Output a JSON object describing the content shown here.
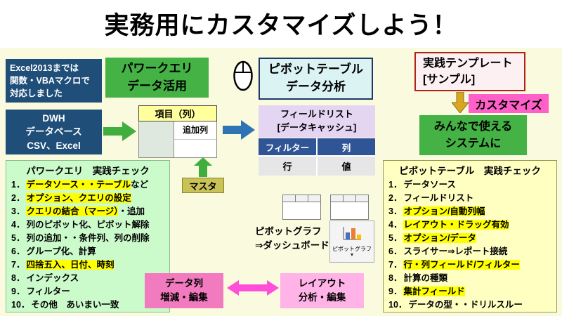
{
  "title": "実務用にカスタマイズしよう！",
  "colors": {
    "accent_green": "#44B244",
    "dark_blue": "#1F4E79",
    "header_cyan_bg": "#DCF3F3",
    "lavender_bg": "#E4D5F2",
    "table_header_blue": "#2F5597",
    "highlight_yellow": "#FFFF00",
    "customize_pink": "#FF5FC8",
    "arrow_magenta": "#FF4FD8",
    "pink_dark": "#F27BBF",
    "pink_light": "#FFB3E6",
    "gold_arrow": "#D9A61F",
    "pq_list_bg": "#CBFACB",
    "pt_list_bg": "#FFFFC2"
  },
  "legacy_note": {
    "line1": "Excel2013までは",
    "line2": "関数・VBAマクロで",
    "line3": "対応しました"
  },
  "power_query_header": {
    "line1": "パワークエリ",
    "line2": "データ活用"
  },
  "pivot_table_header": {
    "line1": "ピボットテーブル",
    "line2": "データ分析"
  },
  "template_box": {
    "line1": "実践テンプレート",
    "line2": "[サンプル]"
  },
  "customize_label": "カスタマイズ",
  "shared_system_box": {
    "line1": "みんなで使える",
    "line2": "システムに"
  },
  "dwh_box": {
    "line1": "DWH",
    "line2": "データベース",
    "line3": "CSV、Excel"
  },
  "item_table": {
    "header": "項目（列）",
    "added_column": "追加列"
  },
  "master_label": "マスタ",
  "field_list": {
    "title_line1": "フィールドリスト",
    "title_line2": "[データキャッシュ]",
    "header_col1": "フィルター",
    "header_col2": "列",
    "cell_row": "行",
    "cell_value": "値"
  },
  "pivot_graph": {
    "line1": "ピボットグラフ",
    "line2": "⇒ダッシュボード",
    "button_label": "ピボットグラフ",
    "button_caret": "▼"
  },
  "data_column_box": {
    "line1": "データ列",
    "line2": "増減・編集"
  },
  "layout_box": {
    "line1": "レイアウト",
    "line2": "分析・編集"
  },
  "pq_checklist": {
    "title": "パワークエリ　実践チェック",
    "items": [
      {
        "num": "1．",
        "segs": [
          {
            "t": "データソース・・テーブル",
            "hl": true
          },
          {
            "t": "など",
            "hl": false
          }
        ]
      },
      {
        "num": "2．",
        "segs": [
          {
            "t": "オプション、クエリの設定",
            "hl": true
          }
        ]
      },
      {
        "num": "3．",
        "segs": [
          {
            "t": "クエリの結合（マージ）",
            "hl": true
          },
          {
            "t": "・追加",
            "hl": false
          }
        ]
      },
      {
        "num": "4．",
        "segs": [
          {
            "t": "列のピボット化、ピボット解除",
            "hl": false
          }
        ]
      },
      {
        "num": "5．",
        "segs": [
          {
            "t": "列の追加・・条件列、列の削除",
            "hl": false
          }
        ]
      },
      {
        "num": "6．",
        "segs": [
          {
            "t": "グループ化、計算",
            "hl": false
          }
        ]
      },
      {
        "num": "7．",
        "segs": [
          {
            "t": "四捨五入、日付、時刻",
            "hl": true
          }
        ]
      },
      {
        "num": "8．",
        "segs": [
          {
            "t": "インデックス",
            "hl": false
          }
        ]
      },
      {
        "num": "9．",
        "segs": [
          {
            "t": "フィルター",
            "hl": false
          }
        ]
      },
      {
        "num": "10．",
        "segs": [
          {
            "t": "その他　あいまい一致",
            "hl": false
          }
        ]
      }
    ]
  },
  "pt_checklist": {
    "title": "ピボットテーブル　実践チェック",
    "items": [
      {
        "num": "1．",
        "segs": [
          {
            "t": "データソース",
            "hl": false
          }
        ]
      },
      {
        "num": "2．",
        "segs": [
          {
            "t": "フィールドリスト",
            "hl": false
          }
        ]
      },
      {
        "num": "3．",
        "segs": [
          {
            "t": "オプション/自動列幅",
            "hl": true
          }
        ]
      },
      {
        "num": "4．",
        "segs": [
          {
            "t": "レイアウト・ドラッグ有効",
            "hl": true
          }
        ]
      },
      {
        "num": "5．",
        "segs": [
          {
            "t": "オプション/データ",
            "hl": true
          }
        ]
      },
      {
        "num": "6．",
        "segs": [
          {
            "t": "スライサー⇒レポート接続",
            "hl": false
          }
        ]
      },
      {
        "num": "7．",
        "segs": [
          {
            "t": "行・列フィールド/フィルター",
            "hl": true
          }
        ]
      },
      {
        "num": "8．",
        "segs": [
          {
            "t": "計算の種類",
            "hl": false
          }
        ]
      },
      {
        "num": "9．",
        "segs": [
          {
            "t": "集計フィールド",
            "hl": true
          }
        ]
      },
      {
        "num": "10．",
        "segs": [
          {
            "t": "データの型・・ドリルスルー",
            "hl": false
          }
        ]
      }
    ]
  }
}
